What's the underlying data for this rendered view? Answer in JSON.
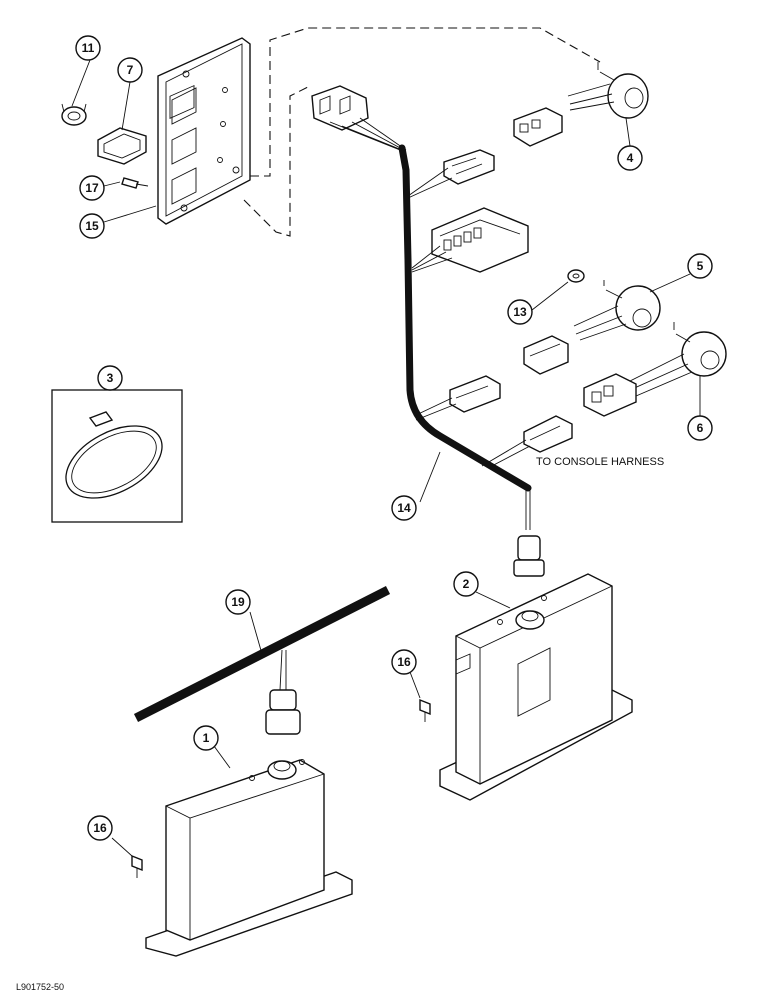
{
  "callouts": [
    {
      "id": "c11",
      "text": "11"
    },
    {
      "id": "c7",
      "text": "7"
    },
    {
      "id": "c17",
      "text": "17"
    },
    {
      "id": "c15",
      "text": "15"
    },
    {
      "id": "c4",
      "text": "4"
    },
    {
      "id": "c3",
      "text": "3"
    },
    {
      "id": "c5",
      "text": "5"
    },
    {
      "id": "c13",
      "text": "13"
    },
    {
      "id": "c6",
      "text": "6"
    },
    {
      "id": "c14",
      "text": "14"
    },
    {
      "id": "c2",
      "text": "2"
    },
    {
      "id": "c19",
      "text": "19"
    },
    {
      "id": "c16a",
      "text": "16"
    },
    {
      "id": "c1",
      "text": "1"
    },
    {
      "id": "c16b",
      "text": "16"
    }
  ],
  "annotations": {
    "console_harness": "TO CONSOLE HARNESS"
  },
  "figure_code": "L901752-50"
}
